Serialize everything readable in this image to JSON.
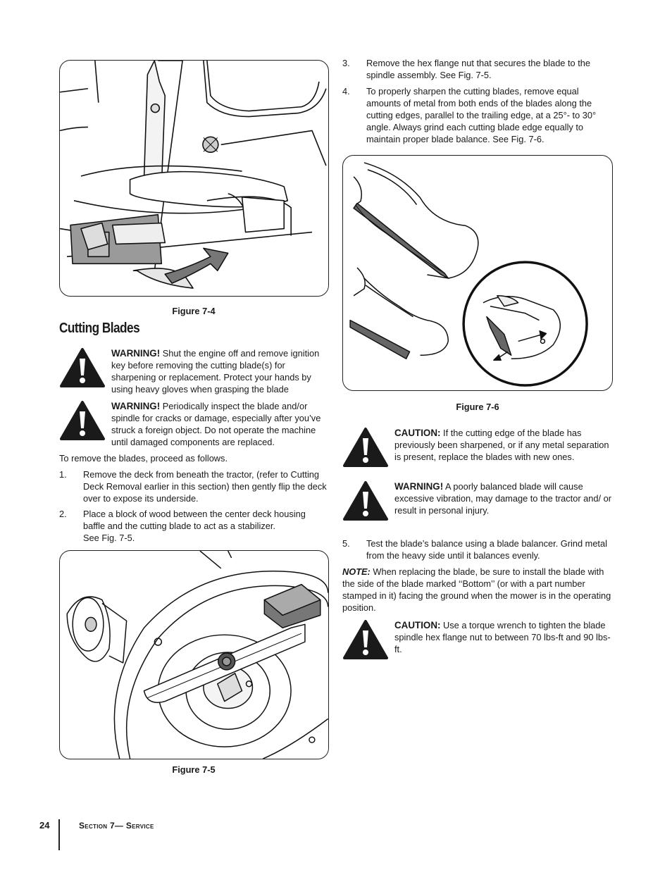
{
  "figures": {
    "fig4_caption": "Figure 7-4",
    "fig5_caption": "Figure 7-5",
    "fig6_caption": "Figure 7-6"
  },
  "section_heading": "Cutting Blades",
  "left_notices": [
    {
      "label": "WARNING!",
      "text": "Shut the engine off and remove ignition key before removing the cutting blade(s) for sharpening or replacement. Protect your hands by using heavy gloves when grasping the blade"
    },
    {
      "label": "WARNING!",
      "text": "Periodically inspect the blade and/or spindle for cracks or damage, especially after  you’ve struck a foreign object. Do not operate the machine until  damaged components are replaced."
    }
  ],
  "intro": "To remove the blades, proceed as follows.",
  "steps": [
    {
      "num": "1.",
      "text": "Remove the deck from beneath the tractor, (refer to Cutting Deck Removal earlier in this section) then gently flip the deck over to expose its underside."
    },
    {
      "num": "2.",
      "text": "Place a block of wood between the center deck housing baffle and the cutting blade to act as a stabilizer.",
      "text2": "See Fig. 7-5."
    },
    {
      "num": "3.",
      "text": "Remove the hex flange nut that secures the blade to the spindle assembly. See Fig. 7-5."
    },
    {
      "num": "4.",
      "text": "To properly sharpen the cutting blades, remove equal amounts of metal from both ends of the blades along the cutting edges, parallel to the trailing edge, at a 25°- to 30° angle. Always grind each cutting blade edge equally to maintain proper blade balance. See Fig. 7-6."
    },
    {
      "num": "5.",
      "text": "Test the blade’s balance using a blade balancer. Grind metal from the heavy side until it balances evenly."
    }
  ],
  "right_notices": [
    {
      "label": "CAUTION:",
      "text": "If the cutting edge of the blade has previously been sharpened, or if any metal separation is present, replace the blades with new ones."
    },
    {
      "label": "WARNING!",
      "text": "A poorly balanced blade will cause excessive vibration, may damage to the tractor and/ or result in personal injury."
    },
    {
      "label": "CAUTION:",
      "text": "Use a torque wrench to tighten the blade spindle hex flange nut to between 70 lbs-ft and 90 lbs-ft."
    }
  ],
  "note": {
    "label": "NOTE:",
    "text": "When replacing the blade, be sure to install the blade with the side of the blade marked ‘‘Bottom’’ (or with a part number stamped in it) facing the ground when the mower is in the operating position."
  },
  "footer": {
    "page_number": "24",
    "section": "Section 7— Service"
  }
}
